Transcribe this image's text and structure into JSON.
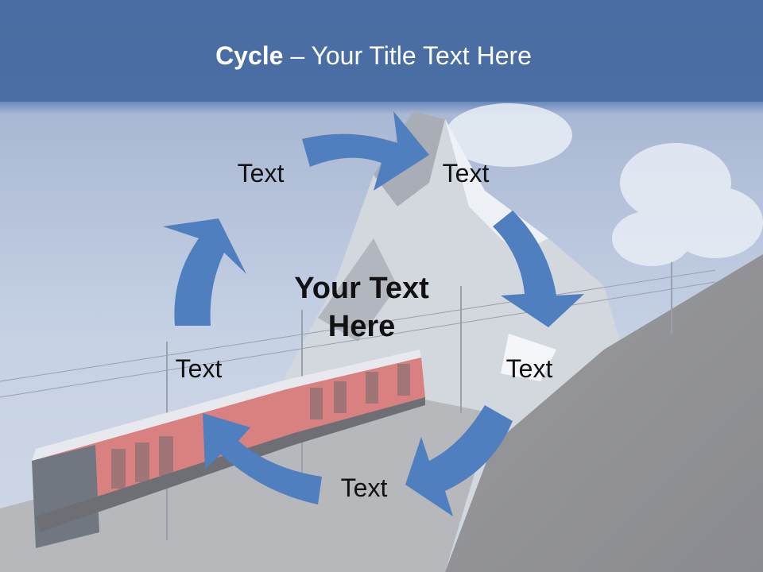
{
  "slide": {
    "title_bold": "Cycle",
    "title_rest": " – Your Title Text Here",
    "center_line1": "Your Text",
    "center_line2": "Here",
    "labels": [
      "Text",
      "Text",
      "Text",
      "Text",
      "Text"
    ]
  },
  "colors": {
    "header": "#4a6ea2",
    "arrow": "#4f7fbe",
    "sky": "#b9c7de",
    "mountain": "#d4d8df",
    "hill": "#8f9095",
    "train": "#d07070"
  },
  "icons": [
    "mountain-icon",
    "train-icon",
    "cycle-arrow-icon"
  ]
}
